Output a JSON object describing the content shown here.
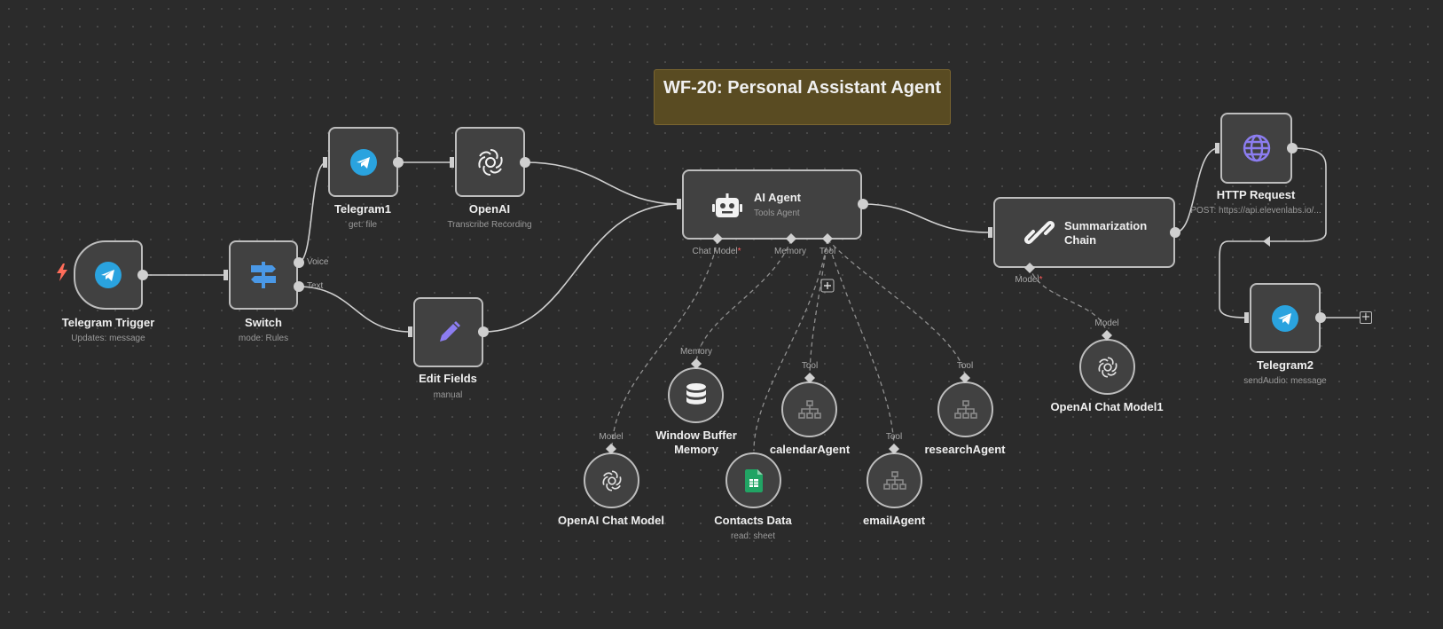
{
  "sticky": {
    "title": "WF-20: Personal Assistant Agent"
  },
  "nodes": {
    "telegram_trigger": {
      "name": "Telegram Trigger",
      "subtitle": "Updates: message"
    },
    "switch": {
      "name": "Switch",
      "subtitle": "mode: Rules",
      "outputs": [
        "Voice",
        "Text"
      ]
    },
    "telegram1": {
      "name": "Telegram1",
      "subtitle": "get: file"
    },
    "openai": {
      "name": "OpenAI",
      "subtitle": "Transcribe Recording"
    },
    "edit_fields": {
      "name": "Edit Fields",
      "subtitle": "manual"
    },
    "ai_agent": {
      "name": "AI Agent",
      "subtitle": "Tools Agent",
      "ports": {
        "chat_model": "Chat Model",
        "memory": "Memory",
        "tool": "Tool"
      }
    },
    "summarization_chain": {
      "name": "Summarization Chain",
      "name_line1": "Summarization",
      "name_line2": "Chain",
      "ports": {
        "model": "Model"
      }
    },
    "http_request": {
      "name": "HTTP Request",
      "subtitle": "POST: https://api.elevenlabs.io/..."
    },
    "telegram2": {
      "name": "Telegram2",
      "subtitle": "sendAudio: message"
    },
    "openai_chat_model": {
      "name": "OpenAI Chat Model",
      "port": "Model"
    },
    "window_buffer_memory": {
      "name": "Window Buffer Memory",
      "name_line1": "Window Buffer",
      "name_line2": "Memory",
      "port": "Memory"
    },
    "contacts_data": {
      "name": "Contacts Data",
      "subtitle": "read: sheet"
    },
    "calendar_agent": {
      "name": "calendarAgent",
      "port": "Tool"
    },
    "email_agent": {
      "name": "emailAgent",
      "port": "Tool"
    },
    "research_agent": {
      "name": "researchAgent",
      "port": "Tool"
    },
    "openai_chat_model1": {
      "name": "OpenAI Chat Model1",
      "port": "Model"
    }
  },
  "required_marker": "*",
  "plus_symbol": "+",
  "colors": {
    "canvas_bg": "#2b2b2b",
    "node_bg": "#414141",
    "node_border": "#bdbdbd",
    "sticky_bg": "#594b22",
    "telegram_blue": "#2aa3df",
    "switch_blue": "#4a98e6",
    "edit_purple": "#8c7df0",
    "globe_purple": "#8c7df0",
    "required_red": "#ff5a5a",
    "trigger_orange": "#ff6d5a",
    "sheets_green": "#21a464"
  },
  "icons": {
    "telegram_trigger": "telegram-icon",
    "switch": "signpost-icon",
    "telegram1": "telegram-icon",
    "openai": "openai-icon",
    "edit_fields": "pencil-icon",
    "ai_agent": "robot-icon",
    "summarization_chain": "link-icon",
    "http_request": "globe-icon",
    "telegram2": "telegram-icon",
    "openai_chat_model": "openai-icon",
    "window_buffer_memory": "database-icon",
    "contacts_data": "google-sheets-icon",
    "calendar_agent": "sitemap-icon",
    "email_agent": "sitemap-icon",
    "research_agent": "sitemap-icon",
    "openai_chat_model1": "openai-icon",
    "trigger_marker": "lightning-icon"
  }
}
